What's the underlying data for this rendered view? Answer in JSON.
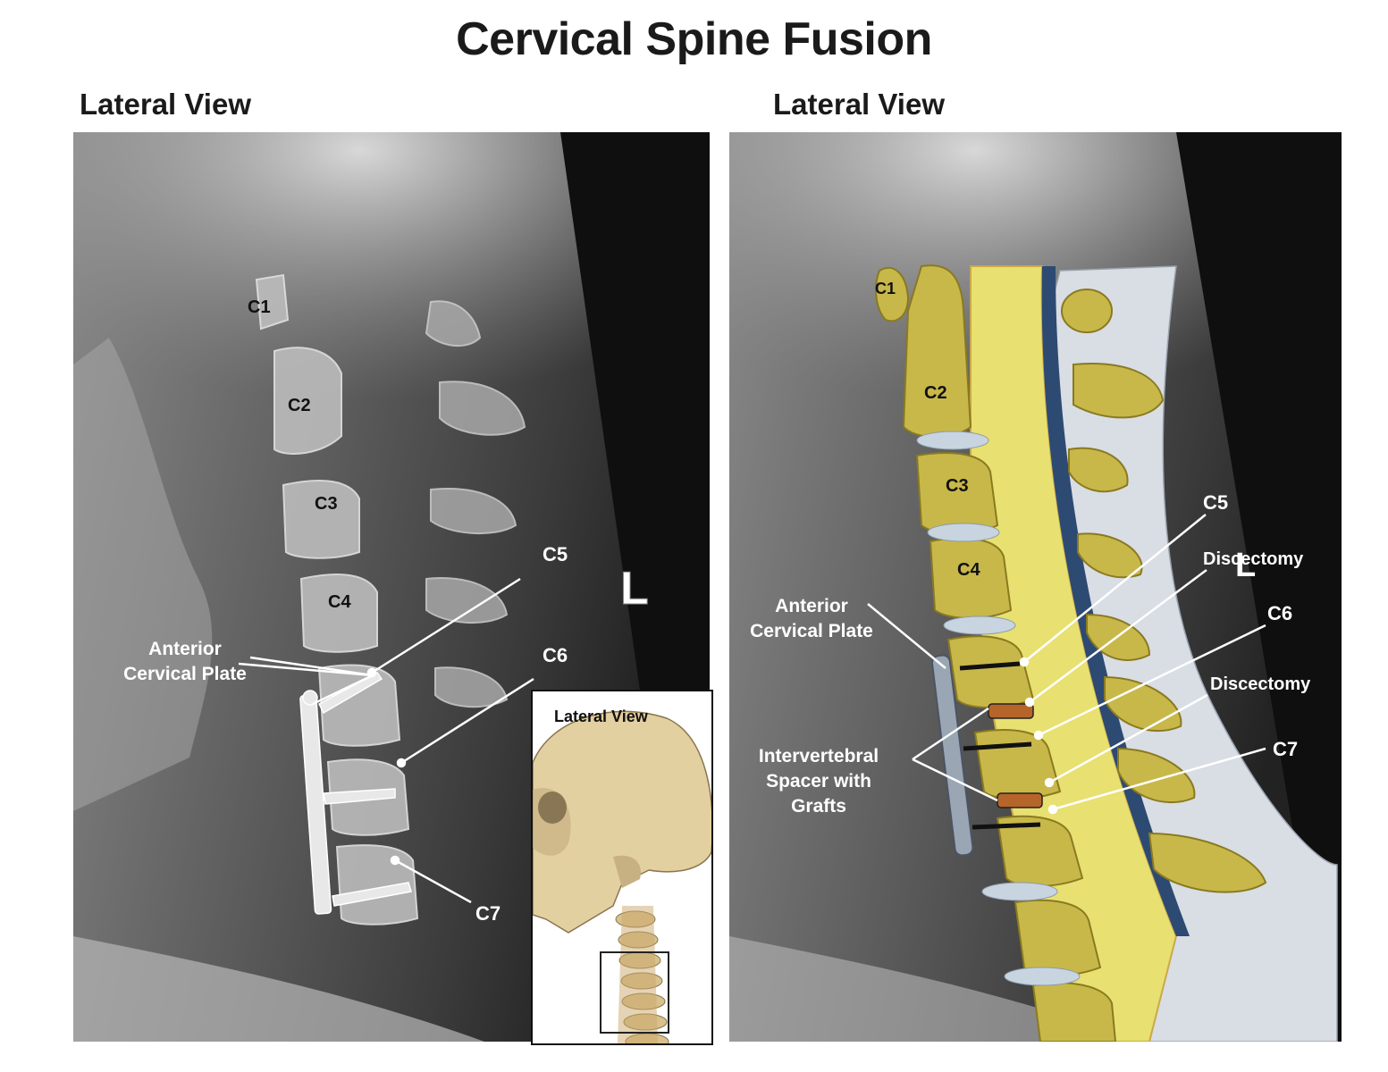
{
  "title": "Cervical Spine Fusion",
  "left_panel": {
    "subtitle": "Lateral View",
    "labels": {
      "c1": "C1",
      "c2": "C2",
      "c3": "C3",
      "c4": "C4",
      "c5": "C5",
      "c6": "C6",
      "c7": "C7",
      "plate_line1": "Anterior",
      "plate_line2": "Cervical Plate",
      "side_marker": "L"
    }
  },
  "right_panel": {
    "subtitle": "Lateral View",
    "labels": {
      "c1": "C1",
      "c2": "C2",
      "c3": "C3",
      "c4": "C4",
      "c5": "C5",
      "c6": "C6",
      "c7": "C7",
      "discectomy_upper": "Discectomy",
      "discectomy_lower": "Discectomy",
      "plate_line1": "Anterior",
      "plate_line2": "Cervical Plate",
      "spacer_line1": "Intervertebral",
      "spacer_line2": "Spacer with",
      "spacer_line3": "Grafts",
      "side_marker": "L"
    }
  },
  "inset": {
    "title": "Lateral View"
  },
  "colors": {
    "xray_dark": "#1c1c1c",
    "xray_light": "#bdbdbd",
    "bone": "#c8b84a",
    "spinal_cord": "#e8e070",
    "disc": "#c8d4e0",
    "plate": "#9aa6b4",
    "skull": "#e6d3a3"
  }
}
